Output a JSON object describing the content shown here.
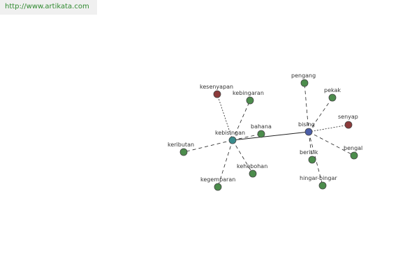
{
  "banner": {
    "url_text": "http://www.artikata.com"
  },
  "graph": {
    "colors": {
      "center": "#4b5ea8",
      "hub": "#3a8c8c",
      "related": "#4c8c4c",
      "antonym": "#8c3a3a",
      "node_stroke": "#444444",
      "edge": "#222222"
    },
    "nodes": [
      {
        "id": "bising",
        "label": "bising",
        "kind": "center"
      },
      {
        "id": "kebisingan",
        "label": "kebisingan",
        "kind": "hub"
      },
      {
        "id": "pengang",
        "label": "pengang",
        "kind": "related"
      },
      {
        "id": "pekak",
        "label": "pekak",
        "kind": "related"
      },
      {
        "id": "senyap",
        "label": "senyap",
        "kind": "antonym"
      },
      {
        "id": "bengal",
        "label": "bengal",
        "kind": "related"
      },
      {
        "id": "berisik",
        "label": "berisik",
        "kind": "related"
      },
      {
        "id": "hingar-bingar",
        "label": "hingar-bingar",
        "kind": "related"
      },
      {
        "id": "kesenyapan",
        "label": "kesenyapan",
        "kind": "antonym"
      },
      {
        "id": "kebingaran",
        "label": "kebingaran",
        "kind": "related"
      },
      {
        "id": "bahana",
        "label": "bahana",
        "kind": "related"
      },
      {
        "id": "keributan",
        "label": "keributan",
        "kind": "related"
      },
      {
        "id": "kehebohan",
        "label": "kehebohan",
        "kind": "related"
      },
      {
        "id": "kegemparan",
        "label": "kegemparan",
        "kind": "related"
      }
    ],
    "edges": [
      {
        "from": "bising",
        "to": "kebisingan",
        "style": "solid"
      },
      {
        "from": "bising",
        "to": "pengang",
        "style": "dashed"
      },
      {
        "from": "bising",
        "to": "pekak",
        "style": "dashed"
      },
      {
        "from": "bising",
        "to": "senyap",
        "style": "dotted"
      },
      {
        "from": "bising",
        "to": "bengal",
        "style": "dashed"
      },
      {
        "from": "bising",
        "to": "berisik",
        "style": "dashed"
      },
      {
        "from": "bising",
        "to": "hingar-bingar",
        "style": "dashed"
      },
      {
        "from": "kebisingan",
        "to": "kesenyapan",
        "style": "dotted"
      },
      {
        "from": "kebisingan",
        "to": "kebingaran",
        "style": "dashed"
      },
      {
        "from": "kebisingan",
        "to": "bahana",
        "style": "dashed"
      },
      {
        "from": "kebisingan",
        "to": "keributan",
        "style": "dashed"
      },
      {
        "from": "kebisingan",
        "to": "kehebohan",
        "style": "dashed"
      },
      {
        "from": "kebisingan",
        "to": "kegemparan",
        "style": "dashed"
      }
    ]
  }
}
